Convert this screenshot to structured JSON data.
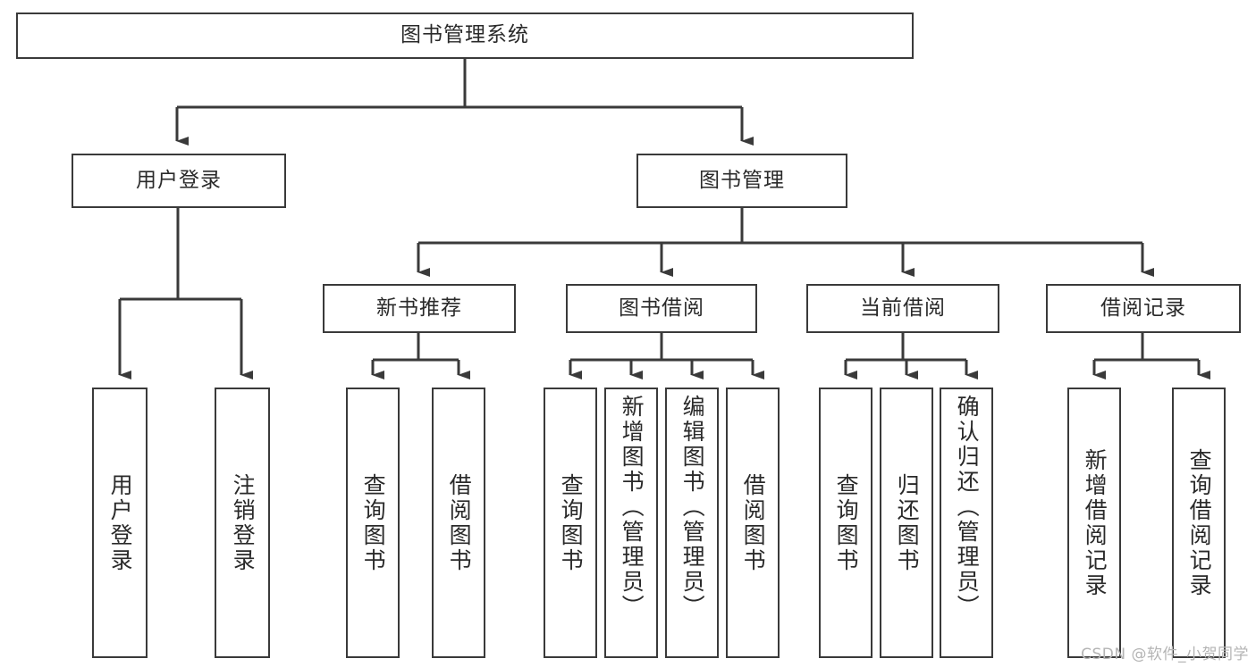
{
  "diagram": {
    "title": "图书管理系统",
    "style": {
      "box_border_color": "#3a3a3a",
      "box_fill_color": "#ffffff",
      "connector_color": "#3a3a3a",
      "text_color": "#2a2a2a",
      "background": "#ffffff",
      "watermark_color": "#b4b4b4"
    },
    "root": {
      "label": "图书管理系统"
    },
    "level2": [
      {
        "label": "用户登录"
      },
      {
        "label": "图书管理"
      }
    ],
    "level3": [
      {
        "label": "新书推荐"
      },
      {
        "label": "图书借阅"
      },
      {
        "label": "当前借阅"
      },
      {
        "label": "借阅记录"
      }
    ],
    "leaves": {
      "user_login": [
        {
          "label": "用户登录"
        },
        {
          "label": "注销登录"
        }
      ],
      "new_book_recommend": [
        {
          "label": "查询图书"
        },
        {
          "label": "借阅图书"
        }
      ],
      "book_borrow": [
        {
          "label": "查询图书"
        },
        {
          "label": "新增图书（管理员）"
        },
        {
          "label": "编辑图书（管理员）"
        },
        {
          "label": "借阅图书"
        }
      ],
      "current_borrow": [
        {
          "label": "查询图书"
        },
        {
          "label": "归还图书"
        },
        {
          "label": "确认归还（管理员）"
        }
      ],
      "borrow_record": [
        {
          "label": "新增借阅记录"
        },
        {
          "label": "查询借阅记录"
        }
      ]
    }
  },
  "watermark": {
    "text": "CSDN @软件_小贺同学"
  }
}
